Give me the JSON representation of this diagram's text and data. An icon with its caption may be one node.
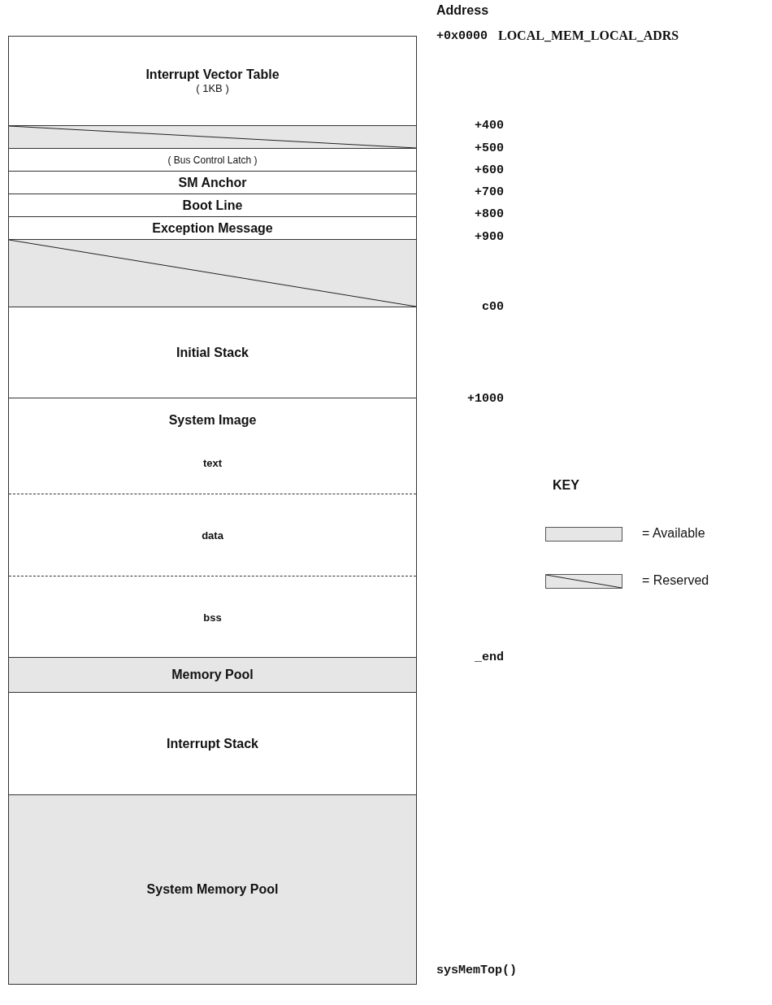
{
  "diagram": {
    "nodes": [
      {
        "text": [
          "Interrupt Vector Table",
          "( 1KB )"
        ]
      },
      {
        "text": [],
        "shape": "box"
      },
      {
        "text": [
          "( Bus Control Latch )"
        ]
      },
      {
        "text": [
          "SM Anchor"
        ]
      },
      {
        "text": [
          "Boot Line"
        ]
      },
      {
        "text": [
          "Exception Message"
        ]
      },
      {
        "text": [],
        "shape": "box"
      },
      {
        "text": [
          "Initial Stack"
        ]
      },
      {
        "text": [
          "System Image"
        ]
      },
      {
        "text": [
          "text"
        ],
        "in": 8
      },
      {
        "text": [
          "data"
        ],
        "in": 8
      },
      {
        "text": [
          "bss"
        ],
        "in": 8
      },
      {
        "text": [
          "Memory Pool"
        ]
      },
      {
        "text": [
          "Interrupt Stack"
        ]
      },
      {
        "text": [
          "System Memory Pool"
        ]
      }
    ],
    "edges": [],
    "labels": [
      "Address",
      "+0x0000",
      "LOCAL_MEM_LOCAL_ADRS",
      "+400",
      "+500",
      "+600",
      "+700",
      "+800",
      "+900",
      "c00",
      "+1000",
      "KEY",
      "_end",
      "sysMemTop()"
    ],
    "legend": [
      {
        "text": "= Available",
        "color": "#e6e6e6"
      },
      {
        "text": "= Reserved"
      }
    ]
  }
}
